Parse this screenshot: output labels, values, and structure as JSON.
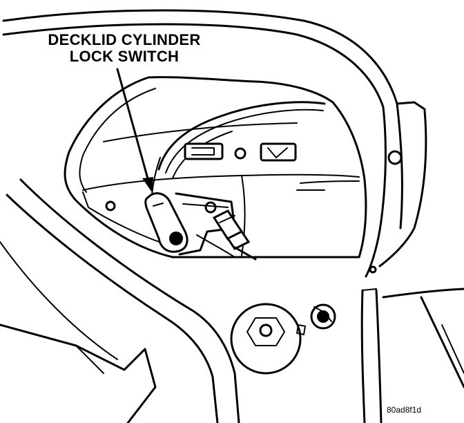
{
  "callout": {
    "line1": "DECKLID CYLINDER",
    "line2": "LOCK SWITCH"
  },
  "figure_id": "80ad8f1d",
  "colors": {
    "ink": "#000000",
    "paper": "#ffffff"
  }
}
